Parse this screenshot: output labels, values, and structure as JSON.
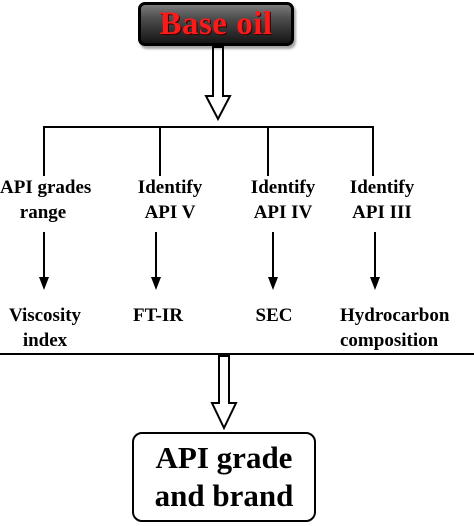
{
  "diagram": {
    "source": "Base oil",
    "steps": [
      {
        "line1": "API grades",
        "line2": "range",
        "result_line1": "Viscosity",
        "result_line2": "index"
      },
      {
        "line1": "Identify",
        "line2": "API V",
        "result_line1": "FT-IR",
        "result_line2": ""
      },
      {
        "line1": "Identify",
        "line2": "API IV",
        "result_line1": "SEC",
        "result_line2": ""
      },
      {
        "line1": "Identify",
        "line2": "API III",
        "result_line1": "Hydrocarbon",
        "result_line2": "composition"
      }
    ],
    "output_line1": "API grade",
    "output_line2": "and brand",
    "colors": {
      "title_text": "#ff1a1a",
      "title_box_dark": "#151515",
      "lines": "#000000"
    }
  }
}
